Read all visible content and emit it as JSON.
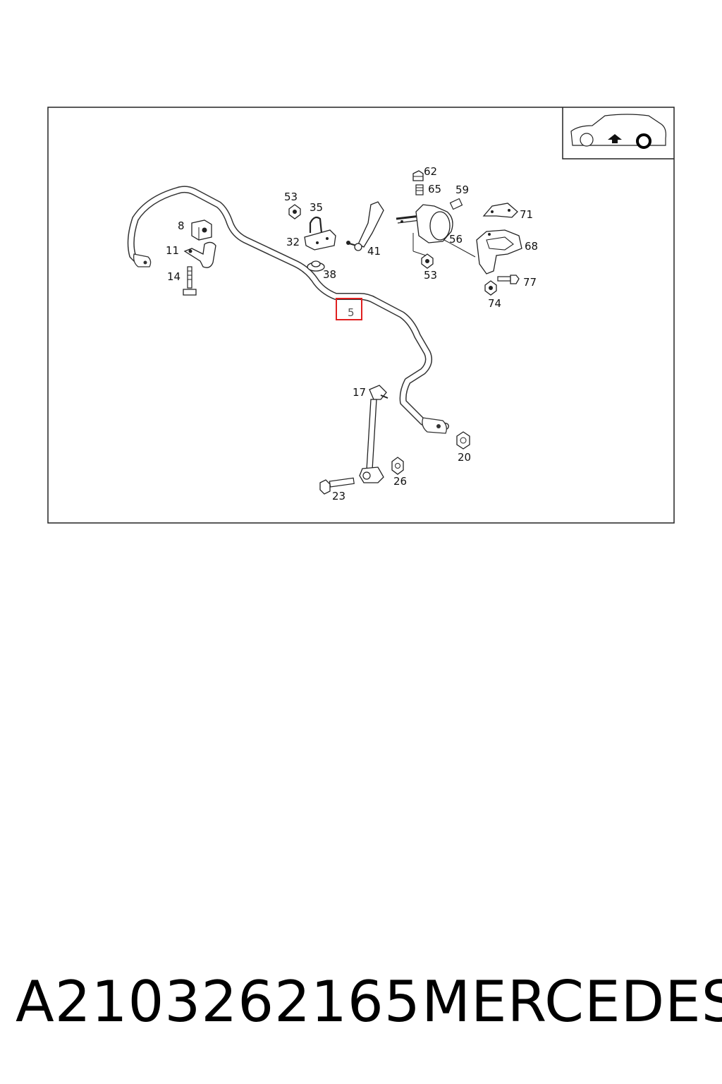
{
  "diagram": {
    "callouts": [
      "8",
      "11",
      "14",
      "53",
      "35",
      "32",
      "41",
      "38",
      "62",
      "65",
      "59",
      "71",
      "56",
      "68",
      "53",
      "77",
      "74",
      "17",
      "20",
      "26",
      "23"
    ],
    "highlighted_callout": "5",
    "highlight_color": "#e02020"
  },
  "footer": {
    "part_number": "A2103262165",
    "brand": "MERCEDES"
  }
}
